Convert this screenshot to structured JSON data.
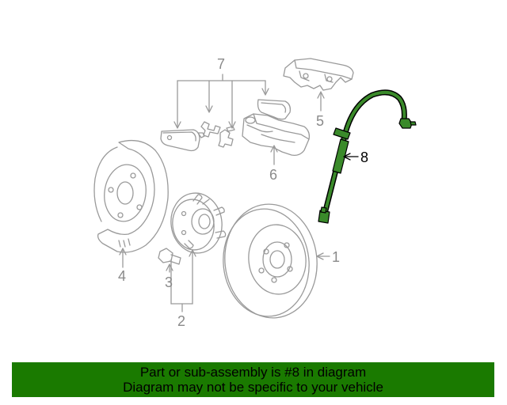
{
  "diagram": {
    "callouts": {
      "c1": "1",
      "c2": "2",
      "c3": "3",
      "c4": "4",
      "c5": "5",
      "c6": "6",
      "c7": "7",
      "c8": "8"
    },
    "highlighted_part": "8",
    "colors": {
      "line_art": "#9a9a9a",
      "highlight_fill": "#3a8a2a",
      "highlight_stroke": "#000000"
    }
  },
  "banner": {
    "line1": "Part or sub-assembly is #8 in diagram",
    "line2": "Diagram may not be specific to your vehicle",
    "background": "#1a7a00"
  }
}
